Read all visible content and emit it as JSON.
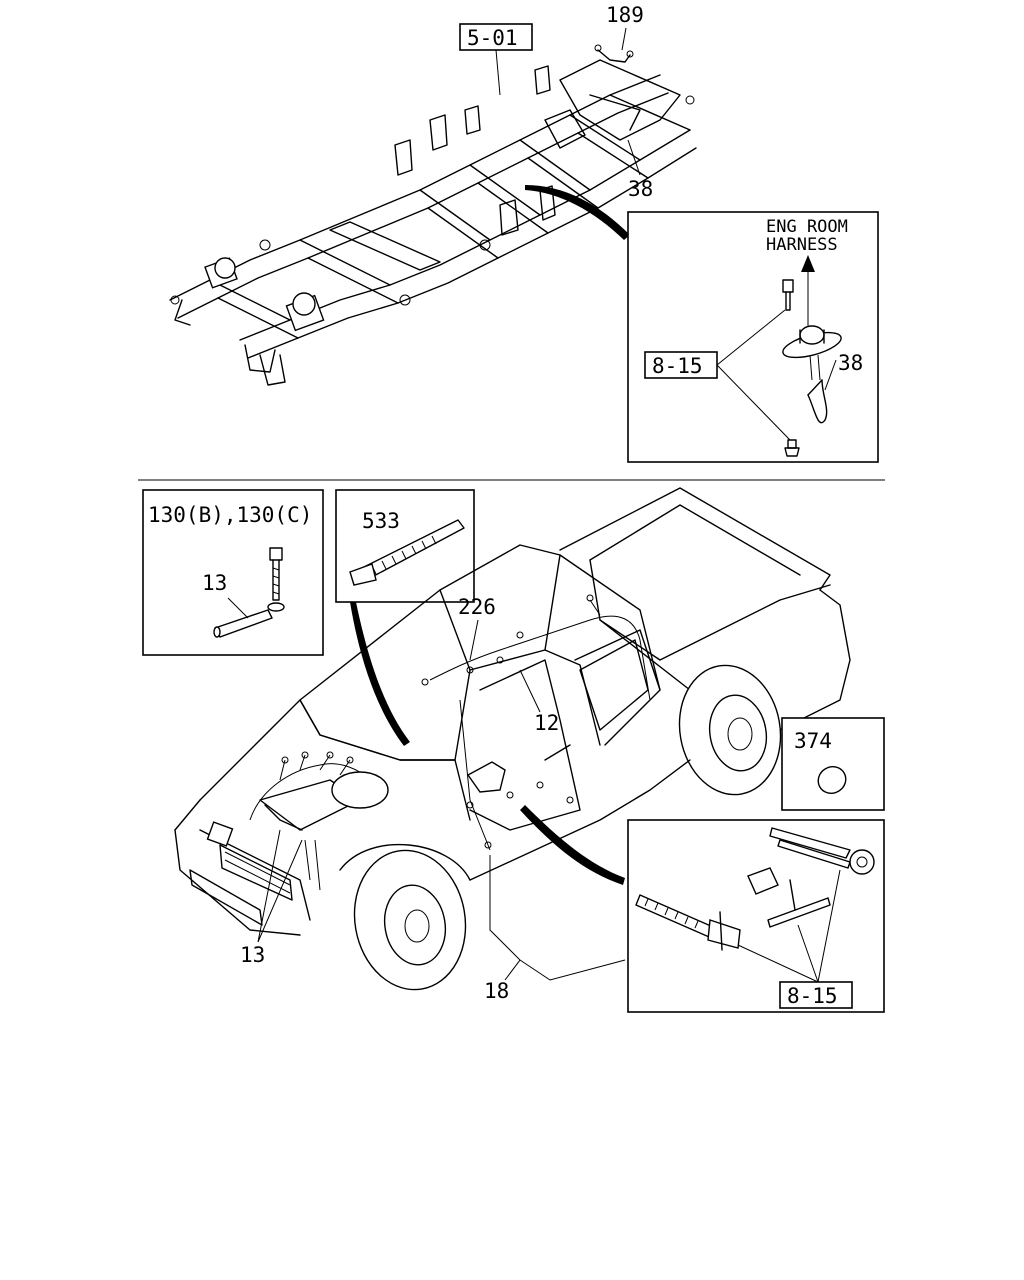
{
  "callouts": {
    "ref_5_01": "5-01",
    "part_189": "189",
    "part_38_top": "38",
    "eng_room_line1": "ENG ROOM",
    "eng_room_line2": "HARNESS",
    "ref_8_15_top": "8-15",
    "part_38_inset": "38",
    "part_130": "130(B),130(C)",
    "part_13_inset": "13",
    "part_533": "533",
    "part_226": "226",
    "part_12": "12",
    "part_374": "374",
    "part_13_bottom": "13",
    "part_18": "18",
    "ref_8_15_bottom": "8-15"
  }
}
